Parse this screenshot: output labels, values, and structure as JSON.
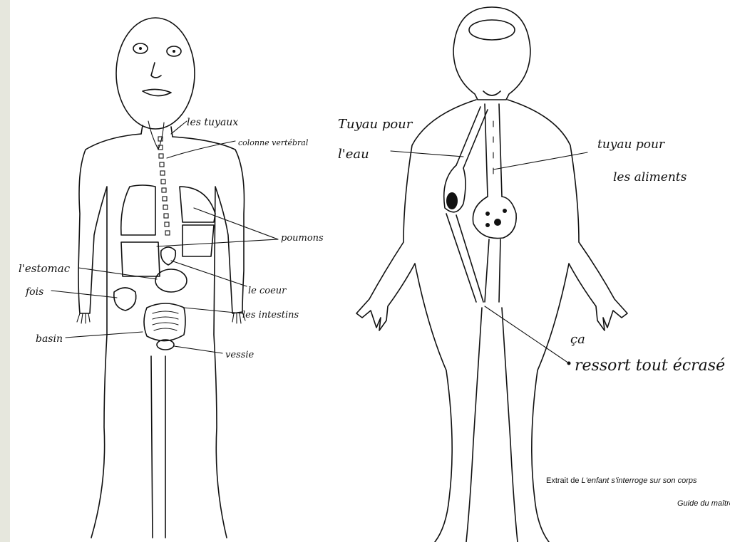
{
  "left_figure": {
    "labels": {
      "tuyaux": "les tuyaux",
      "colonne": "colonne vertébral",
      "poumons": "poumons",
      "estomac": "l'estomac",
      "foie": "fois",
      "coeur": "le coeur",
      "intestins": "les intestins",
      "bassin": "basin",
      "vessie": "vessie"
    }
  },
  "right_figure": {
    "labels": {
      "tuyau_eau_1": "Tuyau pour",
      "tuyau_eau_2": "l'eau",
      "tuyau_aliments_1": "tuyau pour",
      "tuyau_aliments_2": "les aliments",
      "ca": "ça",
      "ressort": "ressort tout écrasé"
    }
  },
  "caption": {
    "line1_prefix": "Extrait de ",
    "line1_title": "L'enfant s'interroge sur son corps",
    "line2": "Guide du maître"
  }
}
